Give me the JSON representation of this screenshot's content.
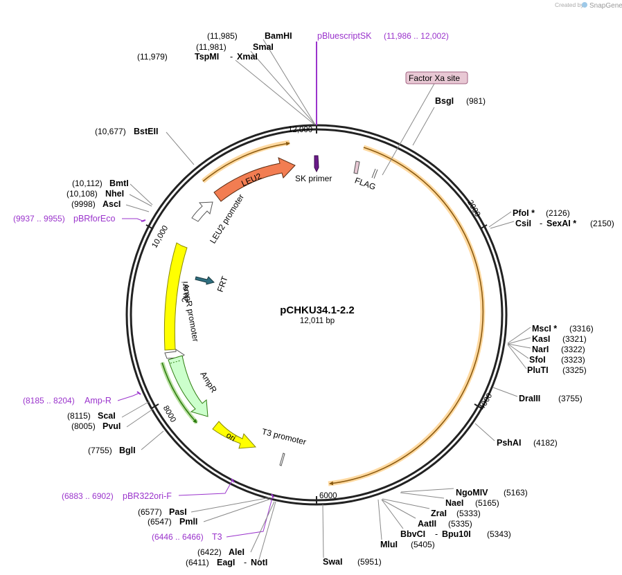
{
  "credit": {
    "prefix": "Created by",
    "brand": "SnapGene",
    "color": "#999999"
  },
  "plasmid": {
    "name": "pCHKU34.1-2.2",
    "size": "12,011 bp",
    "length": 12011
  },
  "ticks": [
    "2000",
    "4000",
    "6000",
    "8000",
    "10,000",
    "12,000"
  ],
  "features": {
    "leu2": "LEU2",
    "leu2_promoter": "LEU2 promoter",
    "two_micron": "2µ ori",
    "ampr_promoter": "AmpR promoter",
    "ampr": "AmpR",
    "ori": "ori",
    "t3_promoter": "T3 promoter",
    "frt": "FRT",
    "sk_primer": "SK primer",
    "flag": "FLAG",
    "factor_xa": "Factor Xa site"
  },
  "sites": {
    "bamhi": {
      "pos": "(11,985)",
      "name": "BamHI"
    },
    "smai": {
      "pos": "(11,981)",
      "name": "SmaI"
    },
    "tspmi": {
      "pos": "(11,979)",
      "name": "TspMI",
      "sep": "-",
      "alt": "XmaI"
    },
    "bsteii": {
      "pos": "(10,677)",
      "name": "BstEII"
    },
    "bmti": {
      "pos": "(10,112)",
      "name": "BmtI"
    },
    "nhei": {
      "pos": "(10,108)",
      "name": "NheI"
    },
    "asci": {
      "pos": "(9998)",
      "name": "AscI"
    },
    "scai": {
      "pos": "(8115)",
      "name": "ScaI"
    },
    "pvui": {
      "pos": "(8005)",
      "name": "PvuI"
    },
    "bgli": {
      "pos": "(7755)",
      "name": "BglI"
    },
    "pasi": {
      "pos": "(6577)",
      "name": "PasI"
    },
    "pmli": {
      "pos": "(6547)",
      "name": "PmlI"
    },
    "alei": {
      "pos": "(6422)",
      "name": "AleI"
    },
    "eagi": {
      "pos": "(6411)",
      "name": "EagI",
      "sep": "-",
      "alt": "NotI"
    },
    "swai": {
      "name": "SwaI",
      "pos": "(5951)"
    },
    "mlui": {
      "name": "MluI",
      "pos": "(5405)"
    },
    "bbvci": {
      "name": "BbvCI",
      "sep": "-",
      "alt": "Bpu10I",
      "pos": "(5343)"
    },
    "aatii": {
      "name": "AatII",
      "pos": "(5335)"
    },
    "zrai": {
      "name": "ZraI",
      "pos": "(5333)"
    },
    "naei": {
      "name": "NaeI",
      "pos": "(5165)"
    },
    "ngomiv": {
      "name": "NgoMIV",
      "pos": "(5163)"
    },
    "pshai": {
      "name": "PshAI",
      "pos": "(4182)"
    },
    "draiii": {
      "name": "DraIII",
      "pos": "(3755)"
    },
    "pluti": {
      "name": "PluTI",
      "pos": "(3325)"
    },
    "sfoi": {
      "name": "SfoI",
      "pos": "(3323)"
    },
    "nari": {
      "name": "NarI",
      "pos": "(3322)"
    },
    "kasi": {
      "name": "KasI",
      "pos": "(3321)"
    },
    "msci": {
      "name": "MscI *",
      "pos": "(3316)"
    },
    "csii": {
      "name": "CsiI",
      "sep": "-",
      "alt": "SexAI *",
      "pos": "(2150)"
    },
    "pfoi": {
      "name": "PfoI *",
      "pos": "(2126)"
    },
    "bsgi": {
      "name": "BsgI",
      "pos": "(981)"
    }
  },
  "primers": {
    "pbluescriptsk": {
      "name": "pBluescriptSK",
      "range": "(11,986 .. 12,002)"
    },
    "pbrforeco": {
      "range": "(9937 .. 9955)",
      "name": "pBRforEco"
    },
    "ampr_primer": {
      "range": "(8185 .. 8204)",
      "name": "Amp-R"
    },
    "pbr322ori": {
      "range": "(6883 .. 6902)",
      "name": "pBR322ori-F"
    },
    "t3": {
      "range": "(6446 .. 6466)",
      "name": "T3"
    }
  },
  "colors": {
    "leu2": "#f27d52",
    "two_micron": "#ffff00",
    "ampr": "#ccffcc",
    "ori": "#ffff00",
    "primer": "#9a33cc",
    "orf": "#d8a040",
    "factor_xa_fill": "#e8c8d4"
  }
}
